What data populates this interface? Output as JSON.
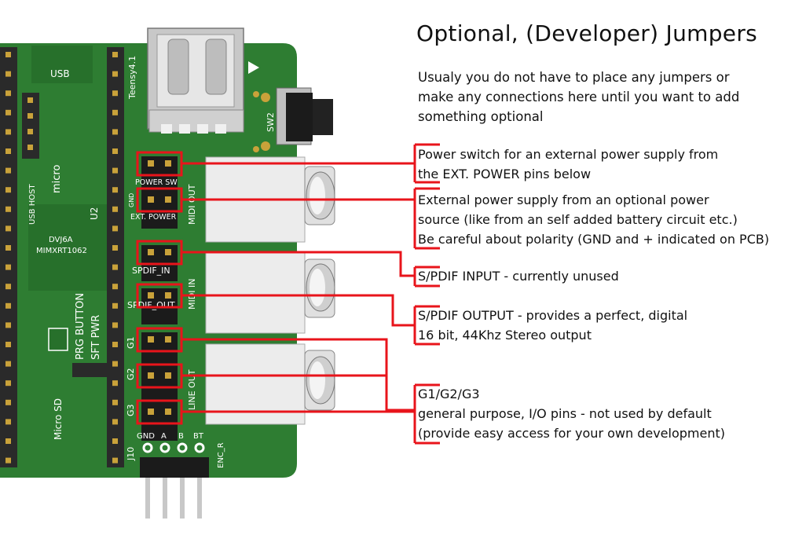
{
  "title": "Optional, (Developer) Jumpers",
  "intro": [
    "Usualy you do not have to place any jumpers or",
    "make any connections here until you want to add",
    "something optional"
  ],
  "notes": [
    {
      "id": "power-sw",
      "lines": [
        "Power switch for an external power supply from",
        "the EXT. POWER pins below"
      ]
    },
    {
      "id": "ext-power",
      "lines": [
        "External power supply from an optional power",
        "source (like from an self added battery circuit etc.)",
        "Be careful about polarity (GND and + indicated on PCB)"
      ]
    },
    {
      "id": "spdif-in",
      "lines": [
        "S/PDIF INPUT - currently unused"
      ]
    },
    {
      "id": "spdif-out",
      "lines": [
        "S/PDIF OUTPUT - provides a perfect, digital",
        "16 bit, 44Khz Stereo output"
      ]
    },
    {
      "id": "gpio",
      "lines": [
        "G1/G2/G3",
        "general purpose, I/O pins - not used by default",
        "(provide easy access for your own development)"
      ]
    }
  ],
  "pcb_labels": {
    "usb": "USB",
    "teensy": "Teensy4.1",
    "usb_host": "USB HOST",
    "u2": "U2",
    "micro": "micro",
    "chip_line1": "DVJ6A",
    "chip_line2": "MIMXRT1062",
    "prg_button": "PRG BUTTON",
    "sft_pwr": "SFT PWR",
    "micro_sd": "Micro SD",
    "sw2": "SW2",
    "power_sw": "POWER SW",
    "gnd": "GND",
    "ext_power": "EXT. POWER",
    "midi_out": "MIDI OUT",
    "midi_in": "MIDI IN",
    "line_out": "LINE OUT",
    "spdif_in": "SPDIF_IN",
    "spdif_out": "SPDIF_OUT",
    "g1": "G1",
    "g2": "G2",
    "g3": "G3",
    "j10": "J10",
    "pin_gnd": "GND",
    "pin_a": "A",
    "pin_b": "B",
    "pin_bt": "BT",
    "enc_r": "ENC_R"
  },
  "colors": {
    "pcb": "#2e7d32",
    "pcb_dark": "#1f5c24",
    "silk": "#ffffff",
    "callout": "#e8141b",
    "header": "#2a2a2a",
    "gold": "#c9a23a"
  }
}
